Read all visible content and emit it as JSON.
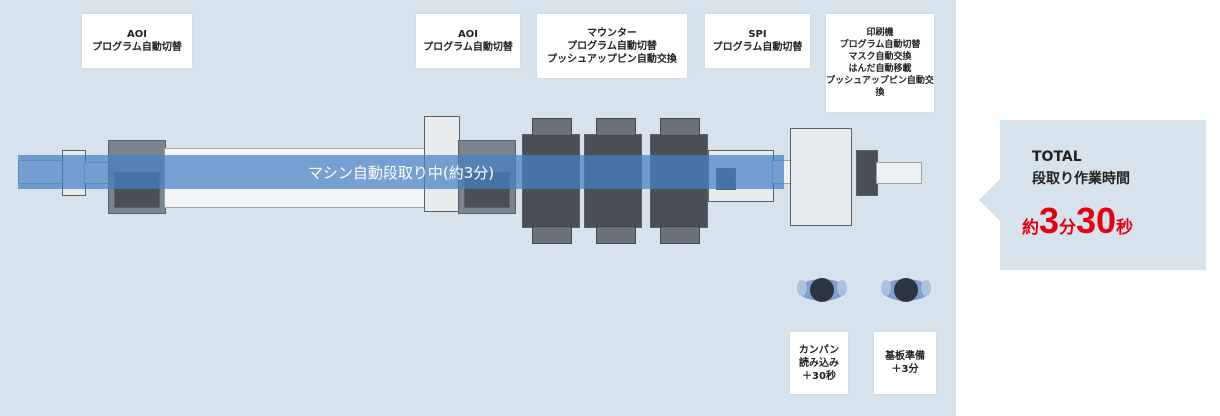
{
  "labels": {
    "aoi1": "AOI\nプログラム自動切替",
    "aoi2": "AOI\nプログラム自動切替",
    "mounter": "マウンター\nプログラム自動切替\nプッシュアップピン自動交換",
    "spi": "SPI\nプログラム自動切替",
    "printer": "印刷機\nプログラム自動切替\nマスク自動交換\nはんだ自動移載\nプッシュアップピン自動交換",
    "kanban": "カンパン\n読み込み\n＋30秒",
    "board": "基板準備\n＋3分"
  },
  "band_text": "マシン自動段取り中(約3分)",
  "total": {
    "title": "TOTAL\n段取り作業時間",
    "prefix": "約",
    "minutes": "3",
    "min_unit": "分",
    "seconds": "30",
    "sec_unit": "秒"
  },
  "colors": {
    "accent": "#e60012",
    "band": "#4680c4",
    "floor": "#d6e3ec"
  },
  "icons": [
    "operator-icon",
    "operator-icon"
  ]
}
